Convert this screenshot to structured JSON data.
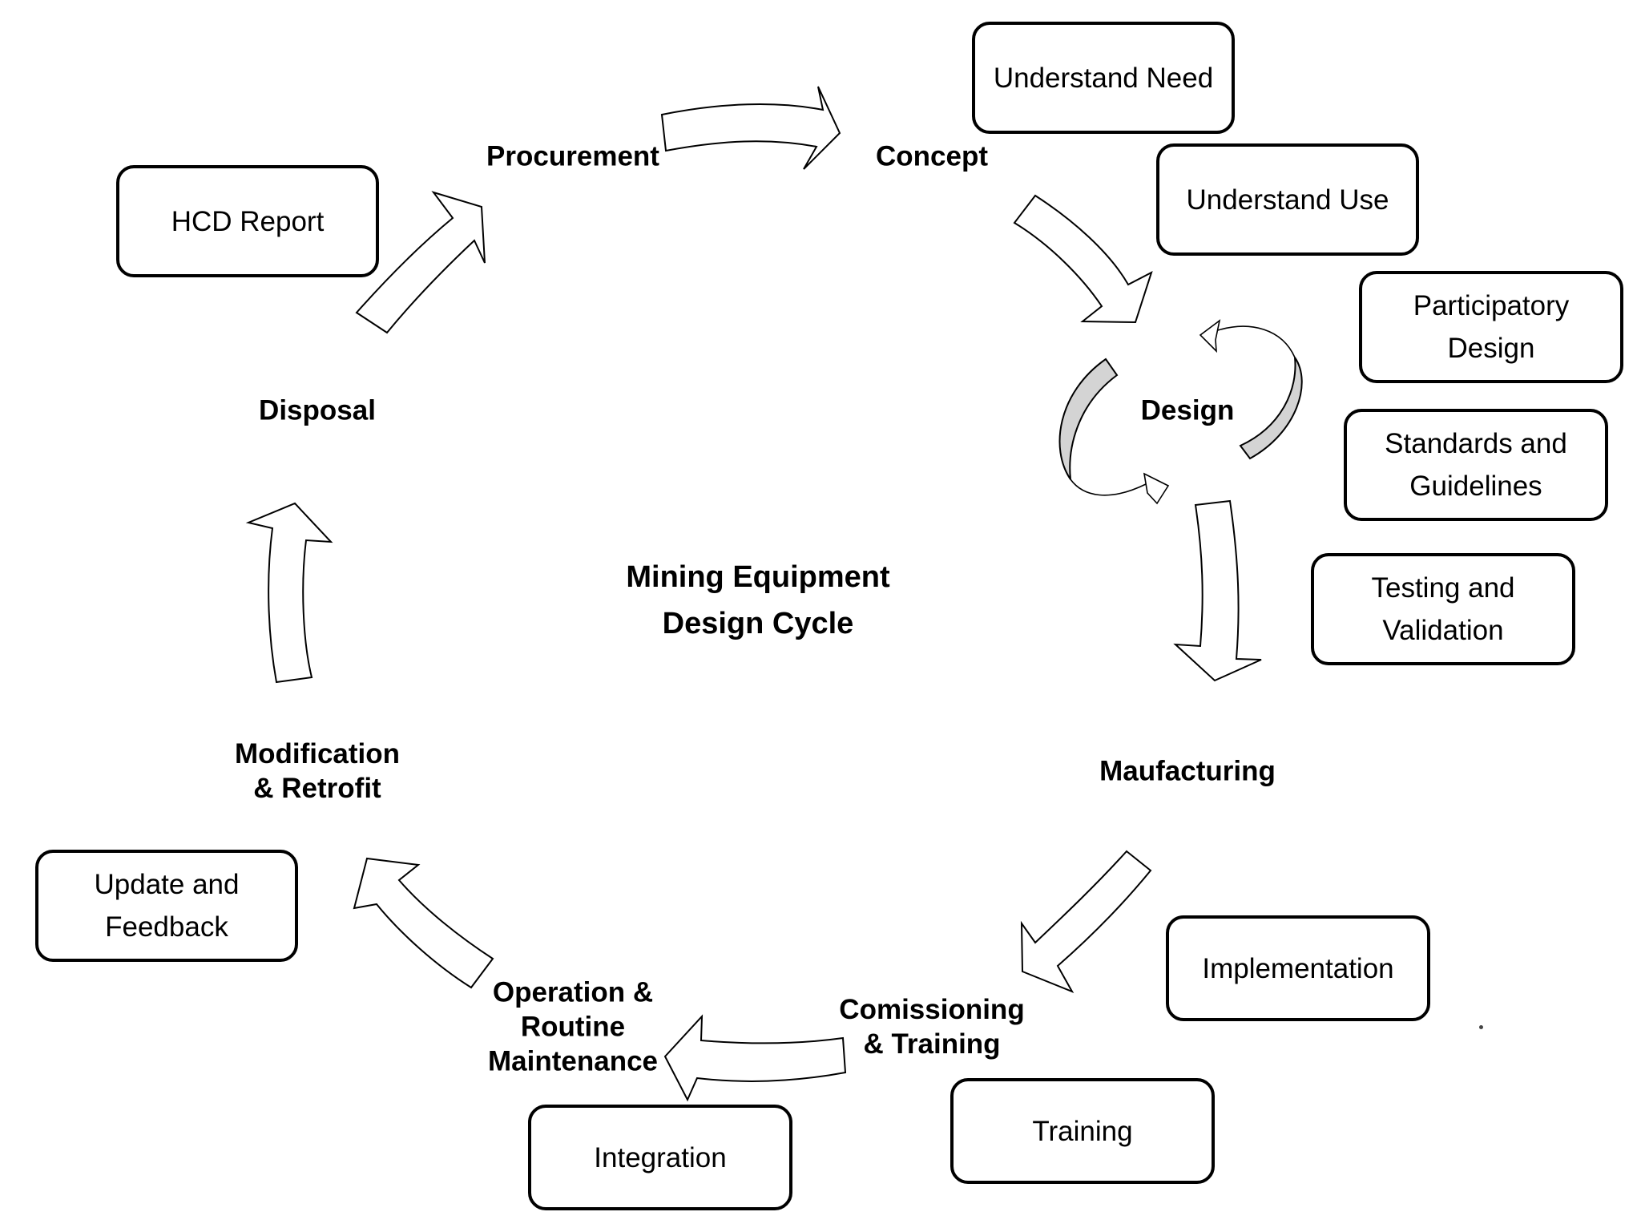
{
  "diagram": {
    "title_lines": [
      "Mining Equipment",
      "Design Cycle"
    ],
    "stages": {
      "procurement": "Procurement",
      "concept": "Concept",
      "design": "Design",
      "manufacturing": "Maufacturing",
      "commissioning": "Comissioning\n& Training",
      "operation": "Operation &\nRoutine\nMaintenance",
      "modification": "Modification\n& Retrofit",
      "disposal": "Disposal"
    },
    "boxes": {
      "understand_need": "Understand Need",
      "understand_use": "Understand Use",
      "participatory_design": "Participatory\nDesign",
      "standards_guidelines": "Standards and\nGuidelines",
      "testing_validation": "Testing and\nValidation",
      "implementation": "Implementation",
      "training": "Training",
      "integration": "Integration",
      "update_feedback": "Update and\nFeedback",
      "hcd_report": "HCD Report"
    }
  }
}
